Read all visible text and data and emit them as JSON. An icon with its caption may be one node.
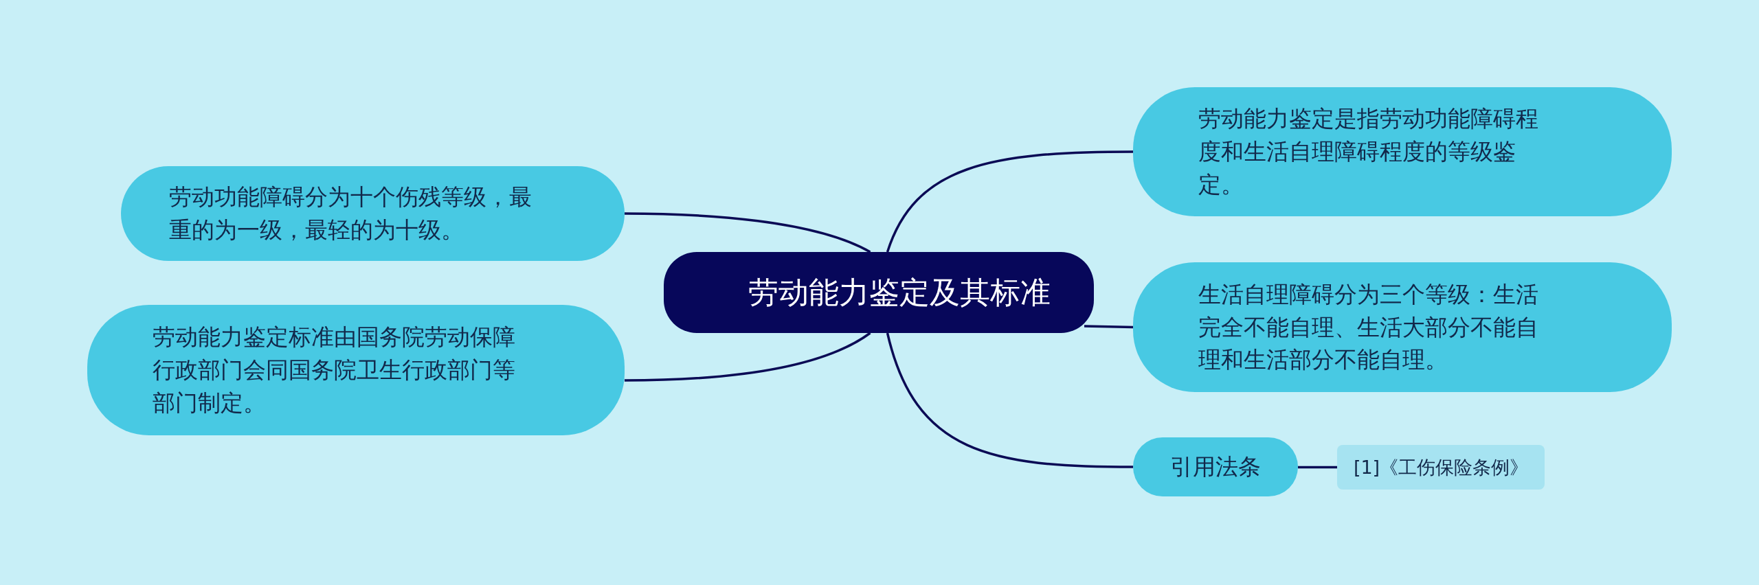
{
  "diagram": {
    "nodes": [
      {
        "text": [
          "劳动能力鉴定及其标准"
        ]
      },
      {
        "text": [
          "劳动功能障碍分为十个伤残等级，最重的为一级，最轻的为十级。"
        ]
      },
      {
        "text": [
          "劳动能力鉴定标准由国务院劳动保障行政部门会同国务院卫生行政部门等部门制定。"
        ]
      },
      {
        "text": [
          "劳动能力鉴定是指劳动功能障碍程度和生活自理障碍程度的等级鉴定。"
        ]
      },
      {
        "text": [
          "生活自理障碍分为三个等级：生活完全不能自理、生活大部分不能自理和生活部分不能自理。"
        ]
      },
      {
        "text": [
          "引用法条"
        ]
      },
      {
        "text": [
          "[1]《工伤保险条例》"
        ]
      }
    ],
    "edges": [
      {
        "from": 0,
        "to": 1,
        "arrow": "none"
      },
      {
        "from": 0,
        "to": 2,
        "arrow": "none"
      },
      {
        "from": 0,
        "to": 3,
        "arrow": "none"
      },
      {
        "from": 0,
        "to": 4,
        "arrow": "none"
      },
      {
        "from": 0,
        "to": 5,
        "arrow": "none"
      },
      {
        "from": 5,
        "to": 6,
        "arrow": "none"
      }
    ]
  }
}
